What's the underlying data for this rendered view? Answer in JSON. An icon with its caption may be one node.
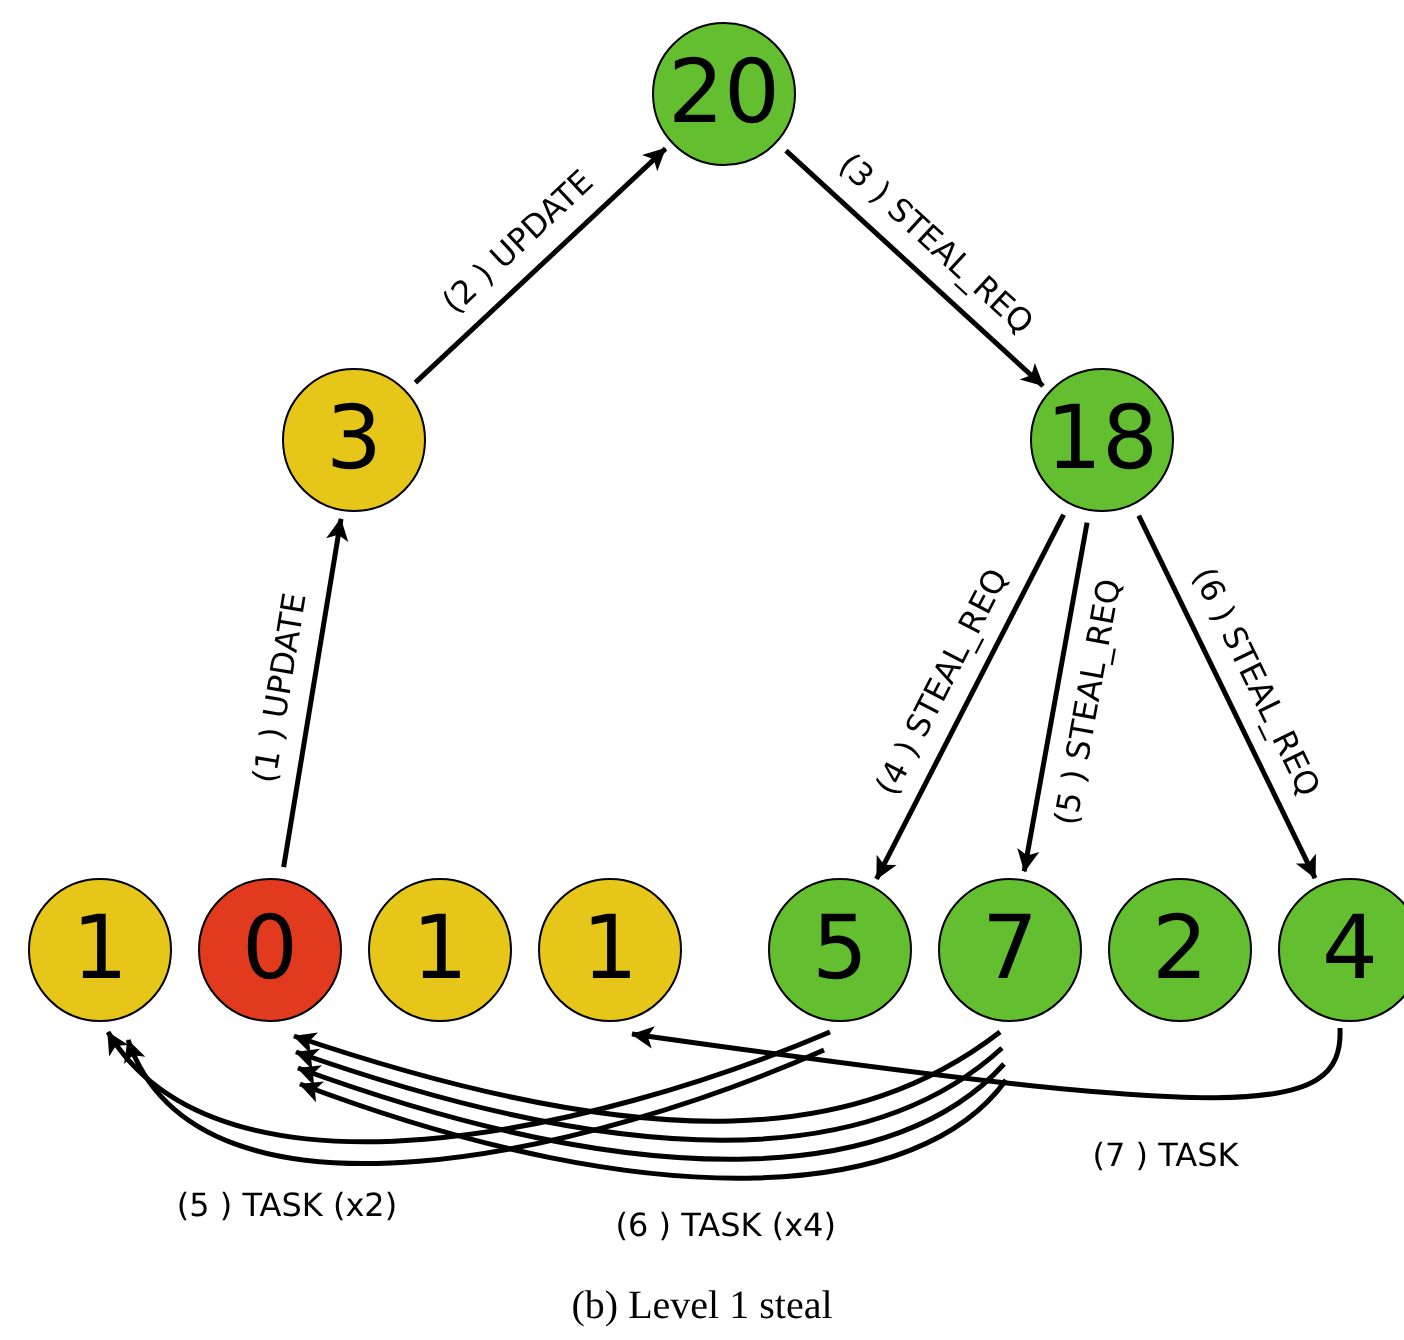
{
  "diagram": {
    "caption": "(b) Level 1 steal",
    "nodes": [
      {
        "text": [
          "20"
        ]
      },
      {
        "text": [
          "3"
        ]
      },
      {
        "text": [
          "18"
        ]
      },
      {
        "text": [
          "1"
        ]
      },
      {
        "text": [
          "0"
        ]
      },
      {
        "text": [
          "1"
        ]
      },
      {
        "text": [
          "1"
        ]
      },
      {
        "text": [
          "5"
        ]
      },
      {
        "text": [
          "7"
        ]
      },
      {
        "text": [
          "2"
        ]
      },
      {
        "text": [
          "4"
        ]
      }
    ],
    "edges": [
      {
        "from": 4,
        "to": 1,
        "arrow": "to",
        "label": "(1 ) UPDATE"
      },
      {
        "from": 1,
        "to": 0,
        "arrow": "to",
        "label": "(2 ) UPDATE"
      },
      {
        "from": 0,
        "to": 2,
        "arrow": "to",
        "label": "(3 ) STEAL_REQ"
      },
      {
        "from": 2,
        "to": 7,
        "arrow": "to",
        "label": "(4 ) STEAL_REQ"
      },
      {
        "from": 2,
        "to": 8,
        "arrow": "to",
        "label": "(5 ) STEAL_REQ"
      },
      {
        "from": 2,
        "to": 10,
        "arrow": "to",
        "label": "(6 ) STEAL_REQ"
      },
      {
        "from": 7,
        "to": 3,
        "arrow": "to"
      },
      {
        "from": 7,
        "to": 3,
        "arrow": "to",
        "label": "(5 ) TASK (x2)"
      },
      {
        "from": 8,
        "to": 4,
        "arrow": "to"
      },
      {
        "from": 8,
        "to": 4,
        "arrow": "to"
      },
      {
        "from": 8,
        "to": 4,
        "arrow": "to"
      },
      {
        "from": 8,
        "to": 4,
        "arrow": "to",
        "label": "(6 ) TASK (x4)"
      },
      {
        "from": 10,
        "to": 6,
        "arrow": "to",
        "label": "(7 ) TASK"
      }
    ]
  }
}
